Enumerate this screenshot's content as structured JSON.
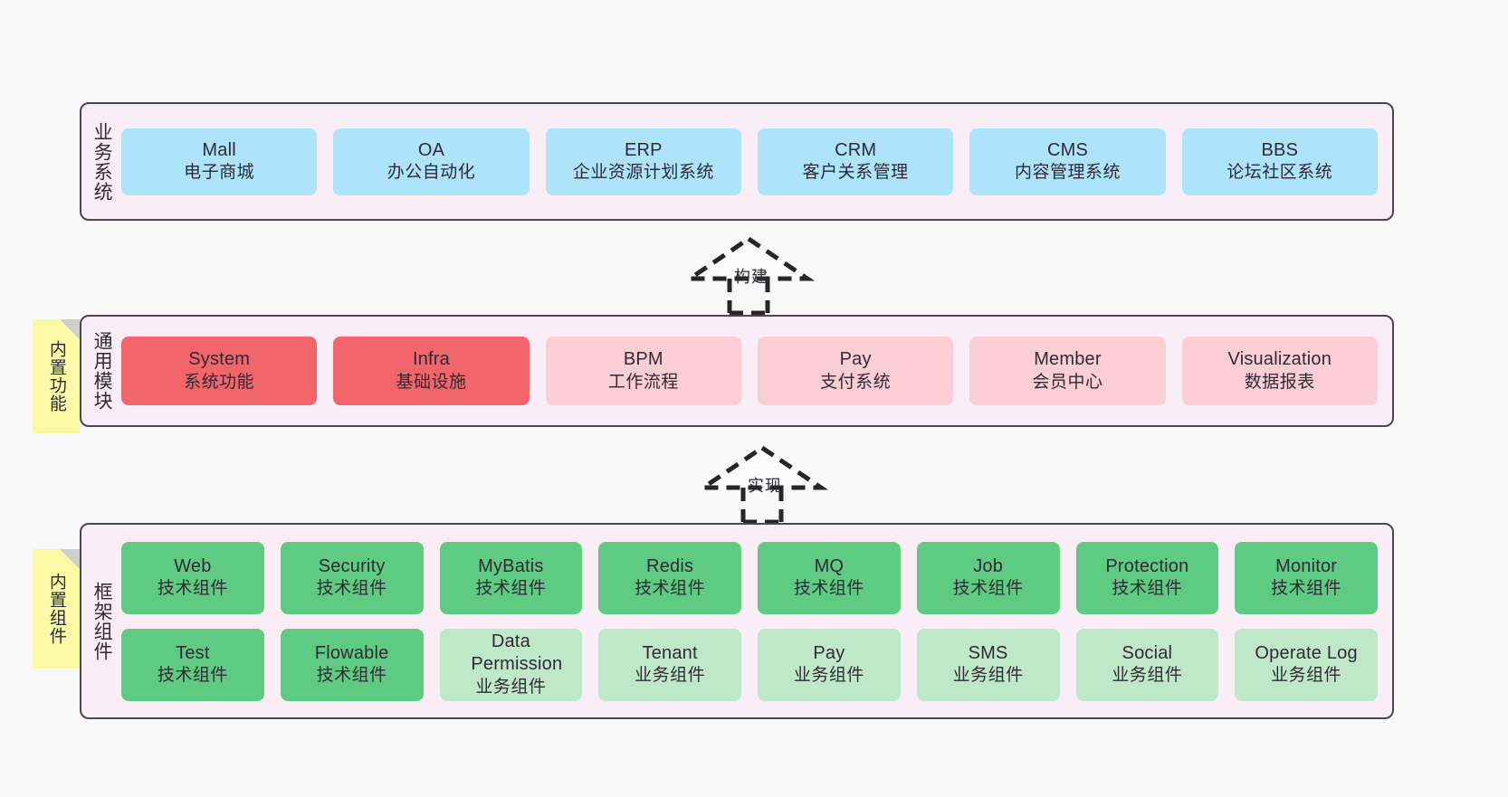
{
  "diagram": {
    "background_color": "#f8f8f8",
    "layer_fill": "#faeef6",
    "layer_border": "#4c4650"
  },
  "layers": [
    {
      "id": "business-systems",
      "title": "业务系统",
      "note": null,
      "rows": [
        {
          "cards": [
            {
              "en": "Mall",
              "cn": "电子商城",
              "color_class": "c-blue",
              "color": "#ade3fb"
            },
            {
              "en": "OA",
              "cn": "办公自动化",
              "color_class": "c-blue",
              "color": "#ade3fb"
            },
            {
              "en": "ERP",
              "cn": "企业资源计划系统",
              "color_class": "c-blue",
              "color": "#ade3fb"
            },
            {
              "en": "CRM",
              "cn": "客户关系管理",
              "color_class": "c-blue",
              "color": "#ade3fb"
            },
            {
              "en": "CMS",
              "cn": "内容管理系统",
              "color_class": "c-blue",
              "color": "#ade3fb"
            },
            {
              "en": "BBS",
              "cn": "论坛社区系统",
              "color_class": "c-blue",
              "color": "#ade3fb"
            }
          ]
        }
      ]
    },
    {
      "id": "common-modules",
      "title": "通用模块",
      "note": "内置功能",
      "rows": [
        {
          "cards": [
            {
              "en": "System",
              "cn": "系统功能",
              "color_class": "c-red",
              "color": "#f2656b"
            },
            {
              "en": "Infra",
              "cn": "基础设施",
              "color_class": "c-red",
              "color": "#f2656b"
            },
            {
              "en": "BPM",
              "cn": "工作流程",
              "color_class": "c-pink",
              "color": "#fbced5"
            },
            {
              "en": "Pay",
              "cn": "支付系统",
              "color_class": "c-pink",
              "color": "#fbced5"
            },
            {
              "en": "Member",
              "cn": "会员中心",
              "color_class": "c-pink",
              "color": "#fbced5"
            },
            {
              "en": "Visualization",
              "cn": "数据报表",
              "color_class": "c-pink",
              "color": "#fbced5"
            }
          ]
        }
      ]
    },
    {
      "id": "framework-components",
      "title": "框架组件",
      "note": "内置组件",
      "rows": [
        {
          "cards": [
            {
              "en": "Web",
              "cn": "技术组件",
              "color_class": "c-green",
              "color": "#5fcb82"
            },
            {
              "en": "Security",
              "cn": "技术组件",
              "color_class": "c-green",
              "color": "#5fcb82"
            },
            {
              "en": "MyBatis",
              "cn": "技术组件",
              "color_class": "c-green",
              "color": "#5fcb82"
            },
            {
              "en": "Redis",
              "cn": "技术组件",
              "color_class": "c-green",
              "color": "#5fcb82"
            },
            {
              "en": "MQ",
              "cn": "技术组件",
              "color_class": "c-green",
              "color": "#5fcb82"
            },
            {
              "en": "Job",
              "cn": "技术组件",
              "color_class": "c-green",
              "color": "#5fcb82"
            },
            {
              "en": "Protection",
              "cn": "技术组件",
              "color_class": "c-green",
              "color": "#5fcb82"
            },
            {
              "en": "Monitor",
              "cn": "技术组件",
              "color_class": "c-green",
              "color": "#5fcb82"
            }
          ]
        },
        {
          "cards": [
            {
              "en": "Test",
              "cn": "技术组件",
              "color_class": "c-green",
              "color": "#5fcb82"
            },
            {
              "en": "Flowable",
              "cn": "技术组件",
              "color_class": "c-green",
              "color": "#5fcb82"
            },
            {
              "en": "Data Permission",
              "cn": "业务组件",
              "color_class": "c-lightgreen",
              "color": "#bfe8c9"
            },
            {
              "en": "Tenant",
              "cn": "业务组件",
              "color_class": "c-lightgreen",
              "color": "#bfe8c9"
            },
            {
              "en": "Pay",
              "cn": "业务组件",
              "color_class": "c-lightgreen",
              "color": "#bfe8c9"
            },
            {
              "en": "SMS",
              "cn": "业务组件",
              "color_class": "c-lightgreen",
              "color": "#bfe8c9"
            },
            {
              "en": "Social",
              "cn": "业务组件",
              "color_class": "c-lightgreen",
              "color": "#bfe8c9"
            },
            {
              "en": "Operate Log",
              "cn": "业务组件",
              "color_class": "c-lightgreen",
              "color": "#bfe8c9"
            }
          ]
        }
      ]
    }
  ],
  "connectors": [
    {
      "id": "connector-build",
      "label": "构建",
      "from": "common-modules",
      "to": "business-systems"
    },
    {
      "id": "connector-implement",
      "label": "实现",
      "from": "framework-components",
      "to": "common-modules"
    }
  ]
}
